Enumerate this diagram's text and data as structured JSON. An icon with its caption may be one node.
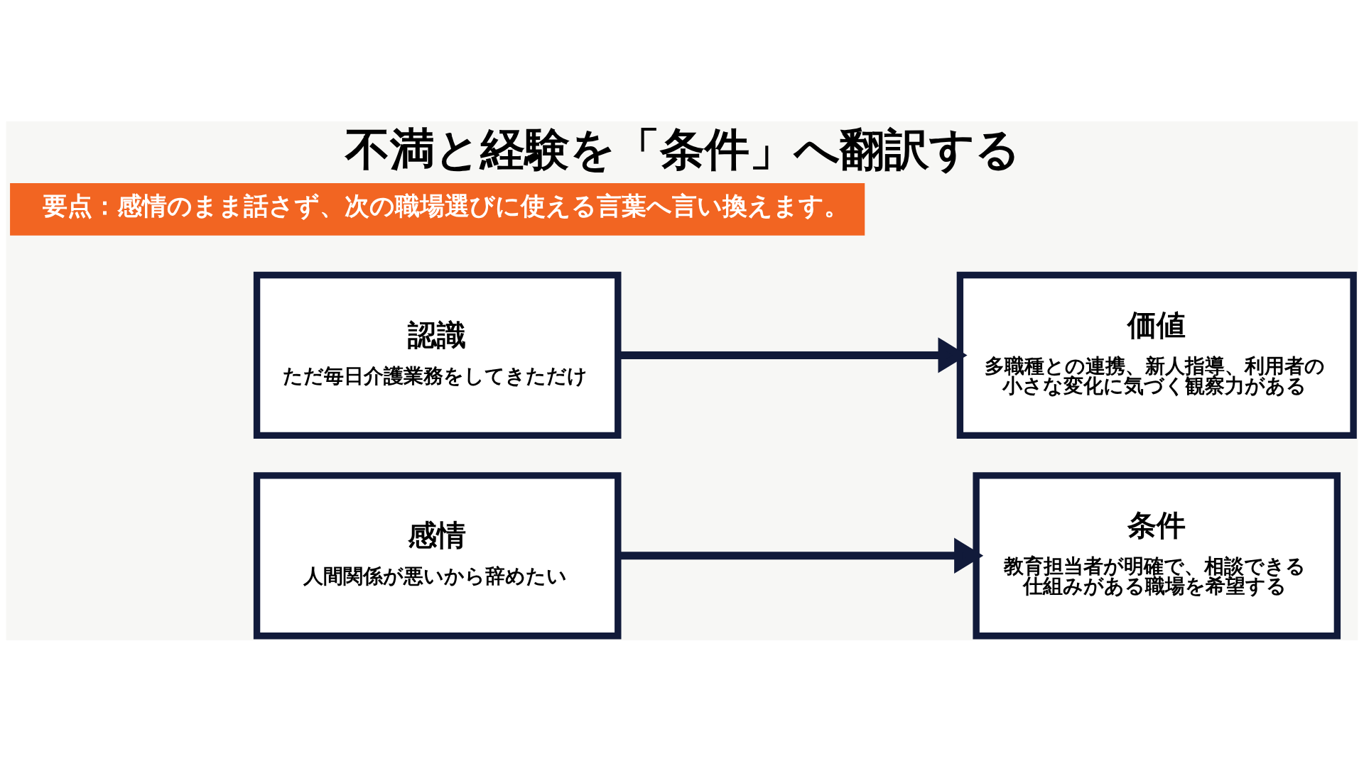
{
  "diagram": {
    "title": "不満と経験を「条件」へ翻訳する",
    "nodes": [
      {
        "text": [
          "感情",
          "人間関係が悪いから辞めたい"
        ]
      },
      {
        "text": [
          "条件",
          "教育担当者が明確で、相談できる仕組みがある職場を希望する"
        ]
      },
      {
        "text": [
          "認識",
          "ただ毎日介護業務をしてきただけ"
        ]
      },
      {
        "text": [
          "価値",
          "多職種との連携、新人指導、利用者の小さな変化に気づく観察力がある"
        ]
      },
      {
        "text": [
          "要点：感情のまま話さず、次の職場選びに使える言葉へ言い換えます。"
        ]
      }
    ],
    "edges": [
      {
        "from": 0,
        "to": 1,
        "arrow": "to"
      },
      {
        "from": 2,
        "to": 3,
        "arrow": "to"
      }
    ]
  }
}
